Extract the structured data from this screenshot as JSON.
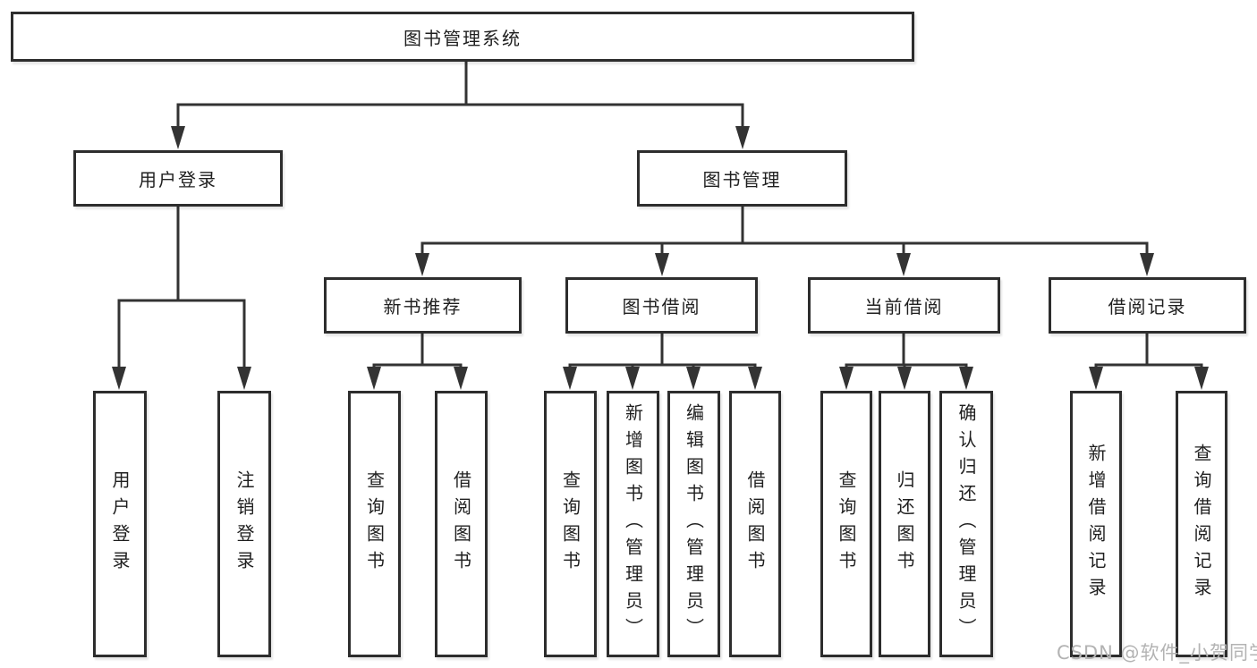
{
  "colors": {
    "line": "#333333",
    "box_border": "#2d2d2d",
    "text": "#1f1f1f",
    "watermark": "#b3b3b3",
    "background": "#ffffff"
  },
  "tree": {
    "root": "图书管理系统",
    "level2": [
      "用户登录",
      "图书管理"
    ],
    "level3": [
      "新书推荐",
      "图书借阅",
      "当前借阅",
      "借阅记录"
    ],
    "leaves": {
      "user_login": [
        "用户登录",
        "注销登录"
      ],
      "new_book": [
        "查询图书",
        "借阅图书"
      ],
      "book_borrow": [
        "查询图书",
        "新增图书（管理员）",
        "编辑图书（管理员）",
        "借阅图书"
      ],
      "current_borrow": [
        "查询图书",
        "归还图书",
        "确认归还（管理员）"
      ],
      "borrow_record": [
        "新增借阅记录",
        "查询借阅记录"
      ]
    }
  },
  "watermark": "CSDN @软件_小贺同学"
}
